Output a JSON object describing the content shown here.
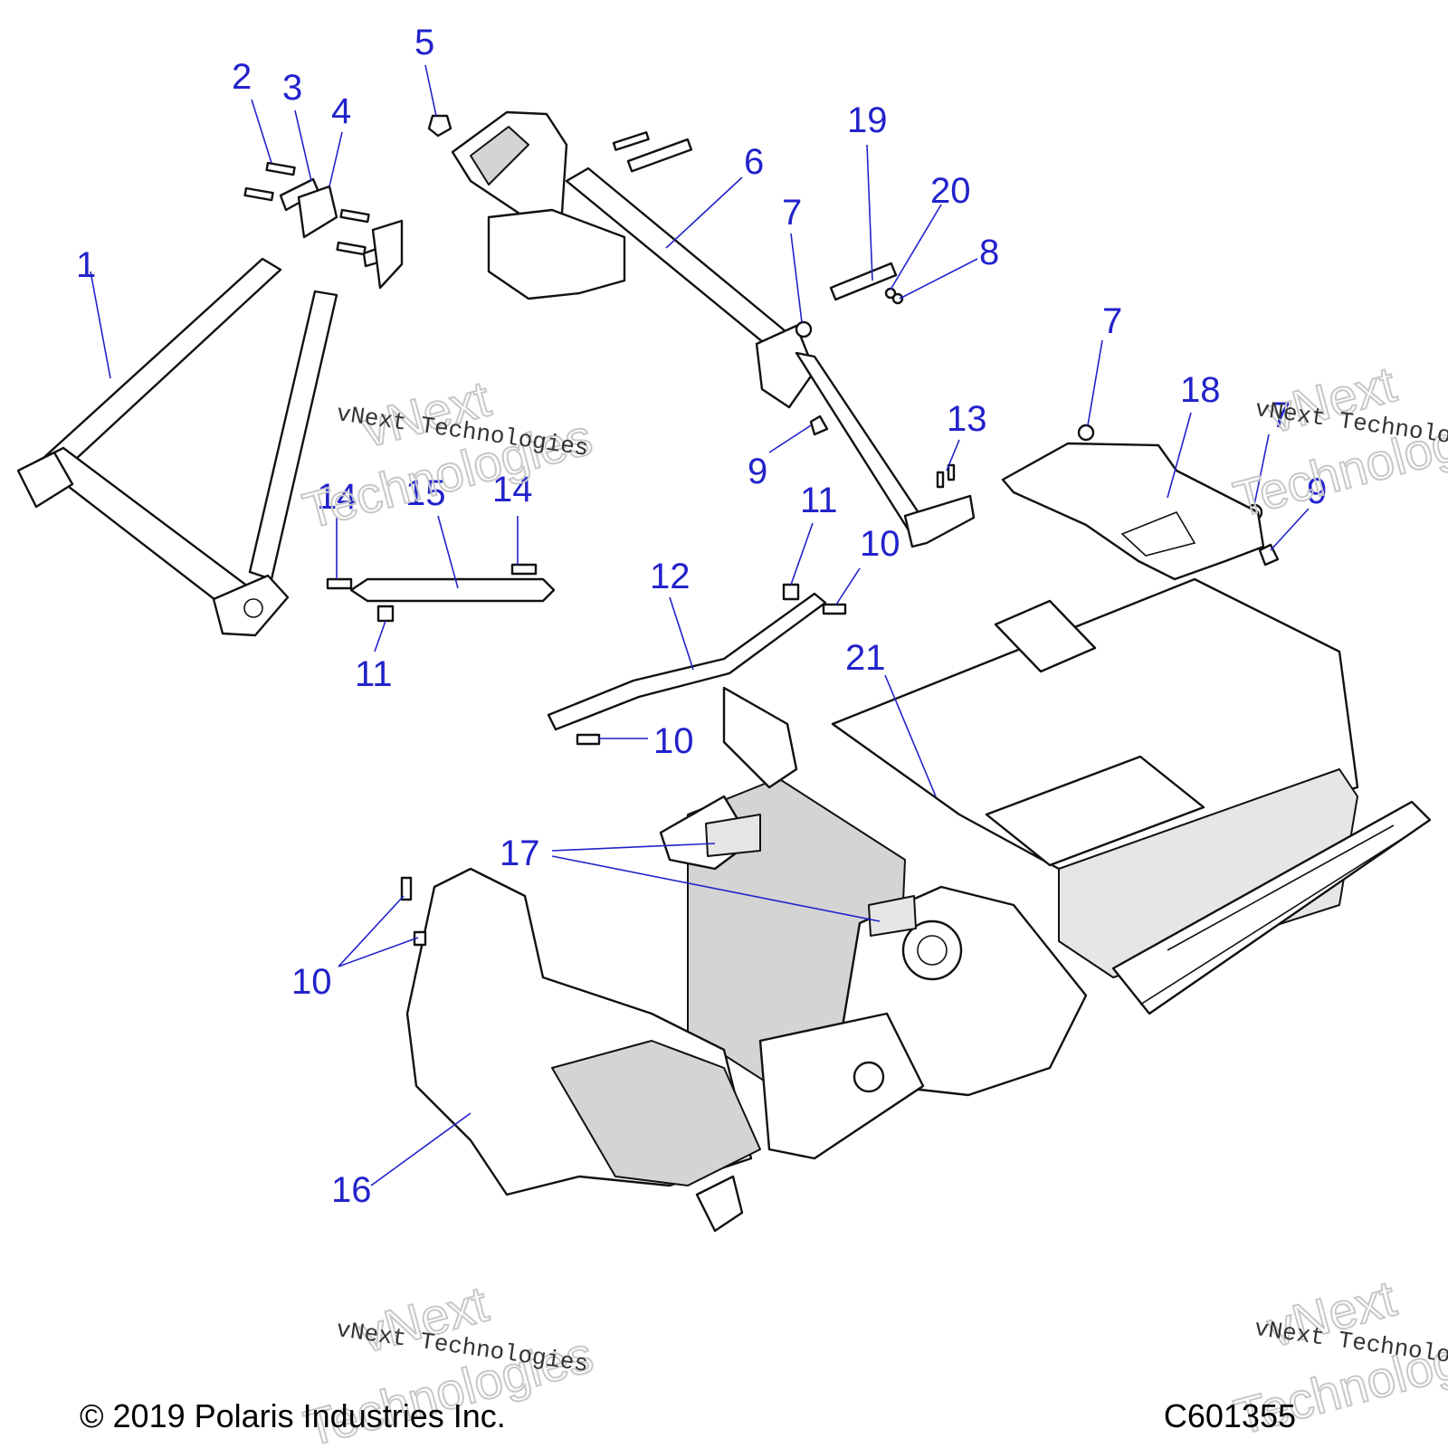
{
  "callouts": [
    {
      "n": "1"
    },
    {
      "n": "2"
    },
    {
      "n": "3"
    },
    {
      "n": "4"
    },
    {
      "n": "5"
    },
    {
      "n": "6"
    },
    {
      "n": "7"
    },
    {
      "n": "7"
    },
    {
      "n": "7"
    },
    {
      "n": "8"
    },
    {
      "n": "9"
    },
    {
      "n": "9"
    },
    {
      "n": "10"
    },
    {
      "n": "10"
    },
    {
      "n": "10"
    },
    {
      "n": "11"
    },
    {
      "n": "11"
    },
    {
      "n": "12"
    },
    {
      "n": "13"
    },
    {
      "n": "14"
    },
    {
      "n": "14"
    },
    {
      "n": "15"
    },
    {
      "n": "16"
    },
    {
      "n": "17"
    },
    {
      "n": "18"
    },
    {
      "n": "19"
    },
    {
      "n": "20"
    },
    {
      "n": "21"
    }
  ],
  "watermark": {
    "line1": "vNext Technologies",
    "line2": "vNext",
    "line3": "Technologies"
  },
  "footer": {
    "copyright": "© 2019 Polaris Industries Inc.",
    "code": "C601355"
  }
}
